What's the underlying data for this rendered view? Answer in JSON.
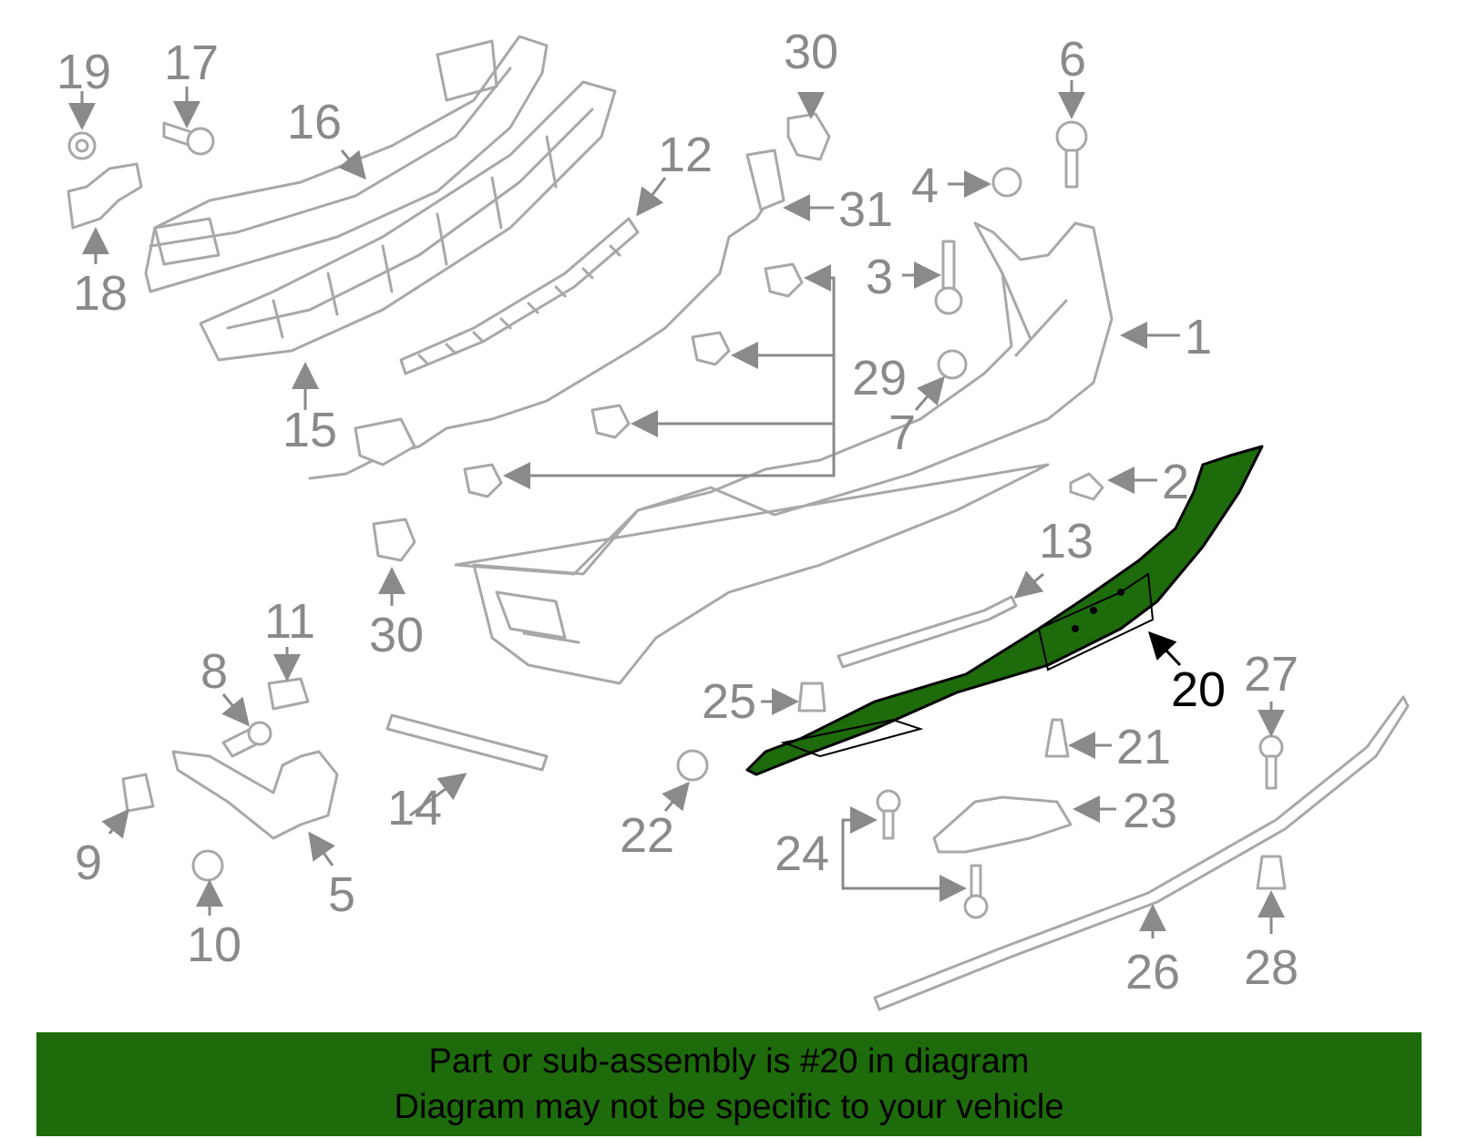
{
  "labels": {
    "p1": "1",
    "p2": "2",
    "p3": "3",
    "p4": "4",
    "p5": "5",
    "p6": "6",
    "p7": "7",
    "p8": "8",
    "p9": "9",
    "p10": "10",
    "p11": "11",
    "p12": "12",
    "p13": "13",
    "p14": "14",
    "p15": "15",
    "p16": "16",
    "p17": "17",
    "p18": "18",
    "p19": "19",
    "p20": "20",
    "p21": "21",
    "p22": "22",
    "p23": "23",
    "p24": "24",
    "p25": "25",
    "p26": "26",
    "p27": "27",
    "p28": "28",
    "p29": "29",
    "p30a": "30",
    "p30b": "30",
    "p31": "31"
  },
  "highlight": {
    "part_number": "20",
    "color": "#1e6b0b"
  },
  "banner": {
    "line1": "Part or sub-assembly is #20 in diagram",
    "line2": "Diagram may not be specific to your vehicle",
    "background": "#1e6b0b"
  }
}
